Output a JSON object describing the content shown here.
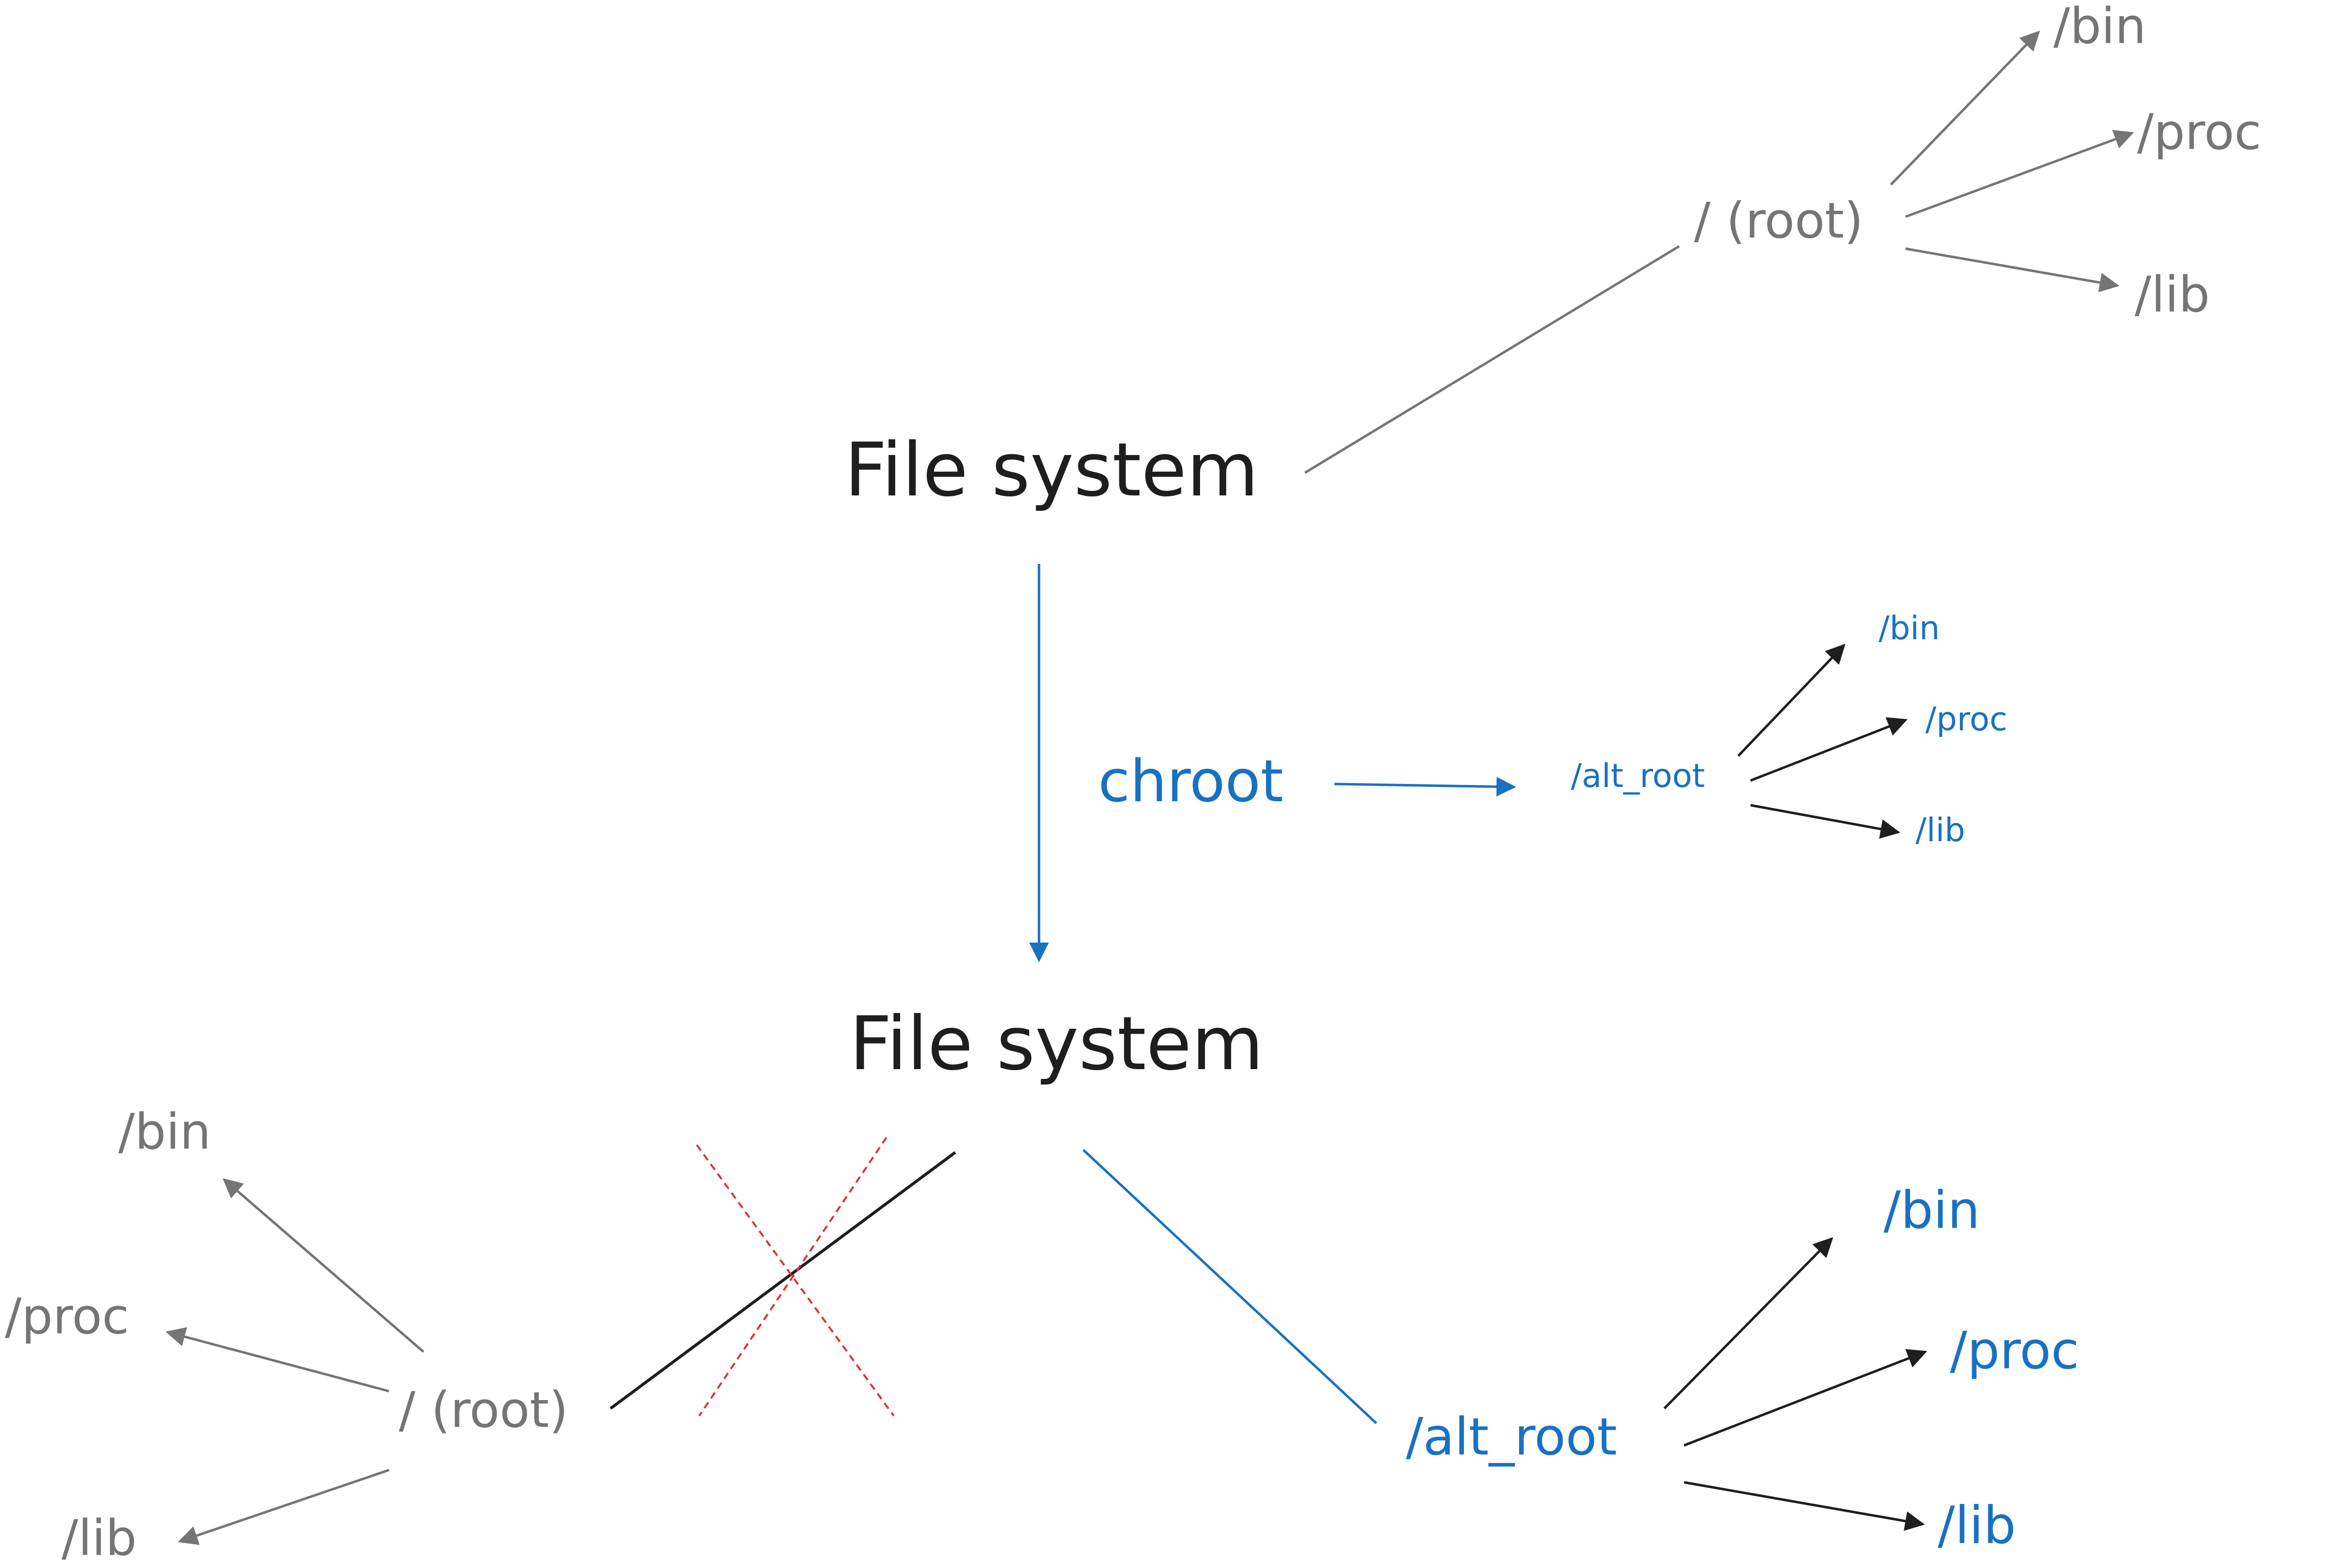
{
  "colors": {
    "dark": "#1e1e1e",
    "gray": "#757575",
    "blue": "#1971c2",
    "red": "#e03131"
  },
  "nodes": {
    "fs_top": "File system",
    "fs_bottom": "File system",
    "chroot": "chroot",
    "top_root": "/ (root)",
    "top_bin": "/bin",
    "top_proc": "/proc",
    "top_lib": "/lib",
    "mid_alt_root": "/alt_root",
    "mid_bin": "/bin",
    "mid_proc": "/proc",
    "mid_lib": "/lib",
    "bl_root": "/ (root)",
    "bl_bin": "/bin",
    "bl_proc": "/proc",
    "bl_lib": "/lib",
    "br_alt_root": "/alt_root",
    "br_bin": "/bin",
    "br_proc": "/proc",
    "br_lib": "/lib"
  }
}
